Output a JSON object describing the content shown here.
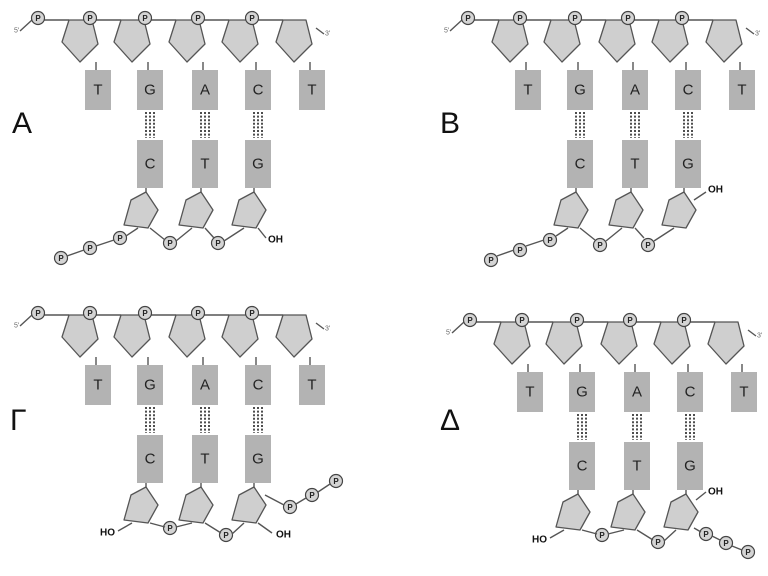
{
  "panels": [
    {
      "label": "Α",
      "top_bases": [
        "T",
        "G",
        "A",
        "C",
        "T"
      ],
      "bottom_bases": [
        "C",
        "T",
        "G"
      ],
      "phosphate_label": "P",
      "oh_label": "OH",
      "end_marks": [
        "5'",
        "3'"
      ],
      "variant": "A"
    },
    {
      "label": "Β",
      "top_bases": [
        "T",
        "G",
        "A",
        "C",
        "T"
      ],
      "bottom_bases": [
        "C",
        "T",
        "G"
      ],
      "phosphate_label": "P",
      "oh_label": "OH",
      "end_marks": [
        "5'",
        "3'"
      ],
      "variant": "B"
    },
    {
      "label": "Γ",
      "top_bases": [
        "T",
        "G",
        "A",
        "C",
        "T"
      ],
      "bottom_bases": [
        "C",
        "T",
        "G"
      ],
      "phosphate_label": "P",
      "oh_label": "OH",
      "ho_label": "HO",
      "end_marks": [
        "5'",
        "3'"
      ],
      "variant": "G"
    },
    {
      "label": "Δ",
      "top_bases": [
        "T",
        "G",
        "A",
        "C",
        "T"
      ],
      "bottom_bases": [
        "C",
        "T",
        "G"
      ],
      "phosphate_label": "P",
      "oh_label": "OH",
      "ho_label": "HO",
      "end_marks": [
        "5'",
        "3'"
      ],
      "variant": "D"
    }
  ]
}
